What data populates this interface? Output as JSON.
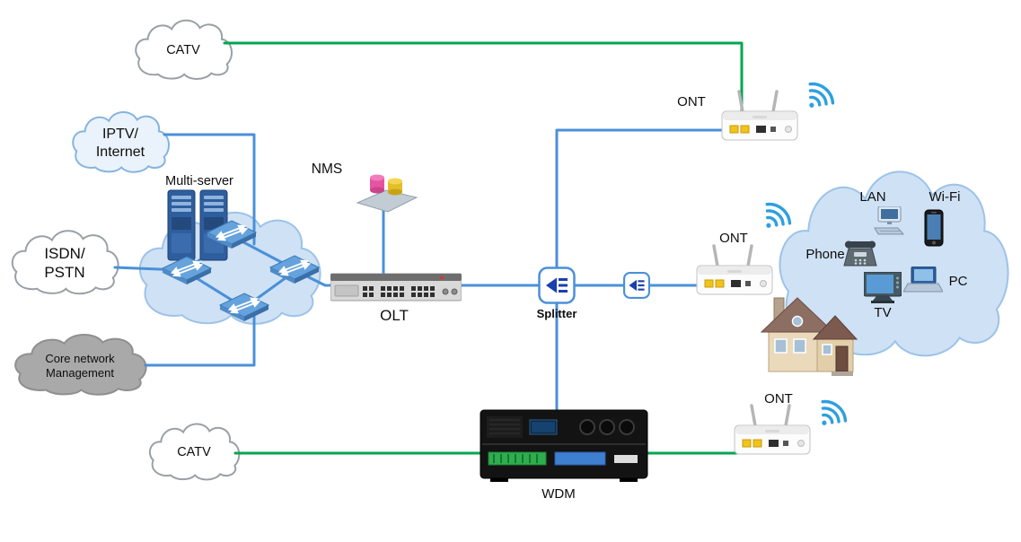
{
  "colors": {
    "line_blue": "#4a90d9",
    "line_green": "#00a651",
    "wifi_blue": "#2e9fe0",
    "cloud_blue_fill": "#cfe1f4",
    "cloud_blue_edge": "#9cc3e8"
  },
  "nodes": {
    "catv_top": {
      "label": "CATV"
    },
    "iptv": {
      "label": "IPTV/\nInternet"
    },
    "multi_server": {
      "label": "Multi-server"
    },
    "isdn_pstn": {
      "label": "ISDN/\nPSTN"
    },
    "core_mgmt": {
      "label": "Core network\nManagement"
    },
    "nms": {
      "label": "NMS"
    },
    "olt": {
      "label": "OLT"
    },
    "splitter": {
      "label": "Splitter"
    },
    "ont_top": {
      "label": "ONT"
    },
    "ont_middle": {
      "label": "ONT"
    },
    "ont_bottom": {
      "label": "ONT"
    },
    "wdm": {
      "label": "WDM"
    },
    "catv_bottom": {
      "label": "CATV"
    },
    "home": {
      "lan": {
        "label": "LAN"
      },
      "wifi": {
        "label": "Wi-Fi"
      },
      "phone": {
        "label": "Phone"
      },
      "pc": {
        "label": "PC"
      },
      "tv": {
        "label": "TV"
      }
    }
  }
}
